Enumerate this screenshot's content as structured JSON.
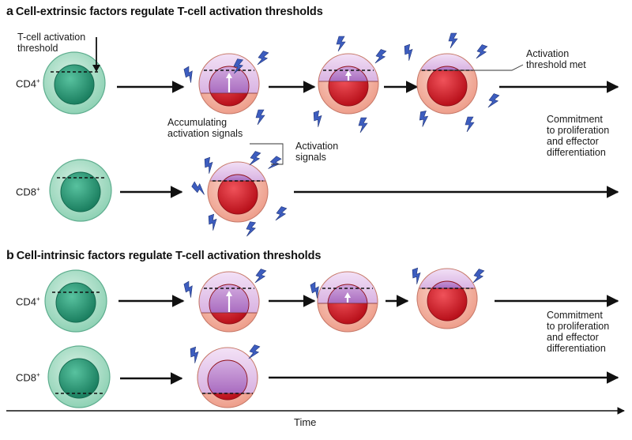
{
  "panel_a": {
    "letter": "a",
    "title": "Cell-extrinsic factors regulate T-cell activation thresholds",
    "cd4_label": "CD4",
    "cd4_sup": "+",
    "cd8_label": "CD8",
    "cd8_sup": "+",
    "threshold_label": [
      "T-cell activation",
      "threshold"
    ],
    "accumulating_label": [
      "Accumulating",
      "activation signals"
    ],
    "activation_signals_label": [
      "Activation",
      "signals"
    ],
    "threshold_met_label": [
      "Activation",
      "threshold met"
    ],
    "commitment_label": [
      "Commitment",
      "to proliferation",
      "and effector",
      "differentiation"
    ]
  },
  "panel_b": {
    "letter": "b",
    "title": "Cell-intrinsic factors regulate T-cell activation thresholds",
    "cd4_label": "CD4",
    "cd4_sup": "+",
    "cd8_label": "CD8",
    "cd8_sup": "+",
    "commitment_label": [
      "Commitment",
      "to proliferation",
      "and effector",
      "differentiation"
    ]
  },
  "time_label": "Time",
  "colors": {
    "naive_outer": "#a8dcc4",
    "naive_inner": "#2e9e7c",
    "activated_outer": "#f2b8a8",
    "activated_inner": "#d61f26",
    "signal_fill": "#b786c9",
    "bolt": "#3d5dbf",
    "arrow": "#111111"
  },
  "icons": {
    "signal": "lightning-bolt-icon"
  }
}
